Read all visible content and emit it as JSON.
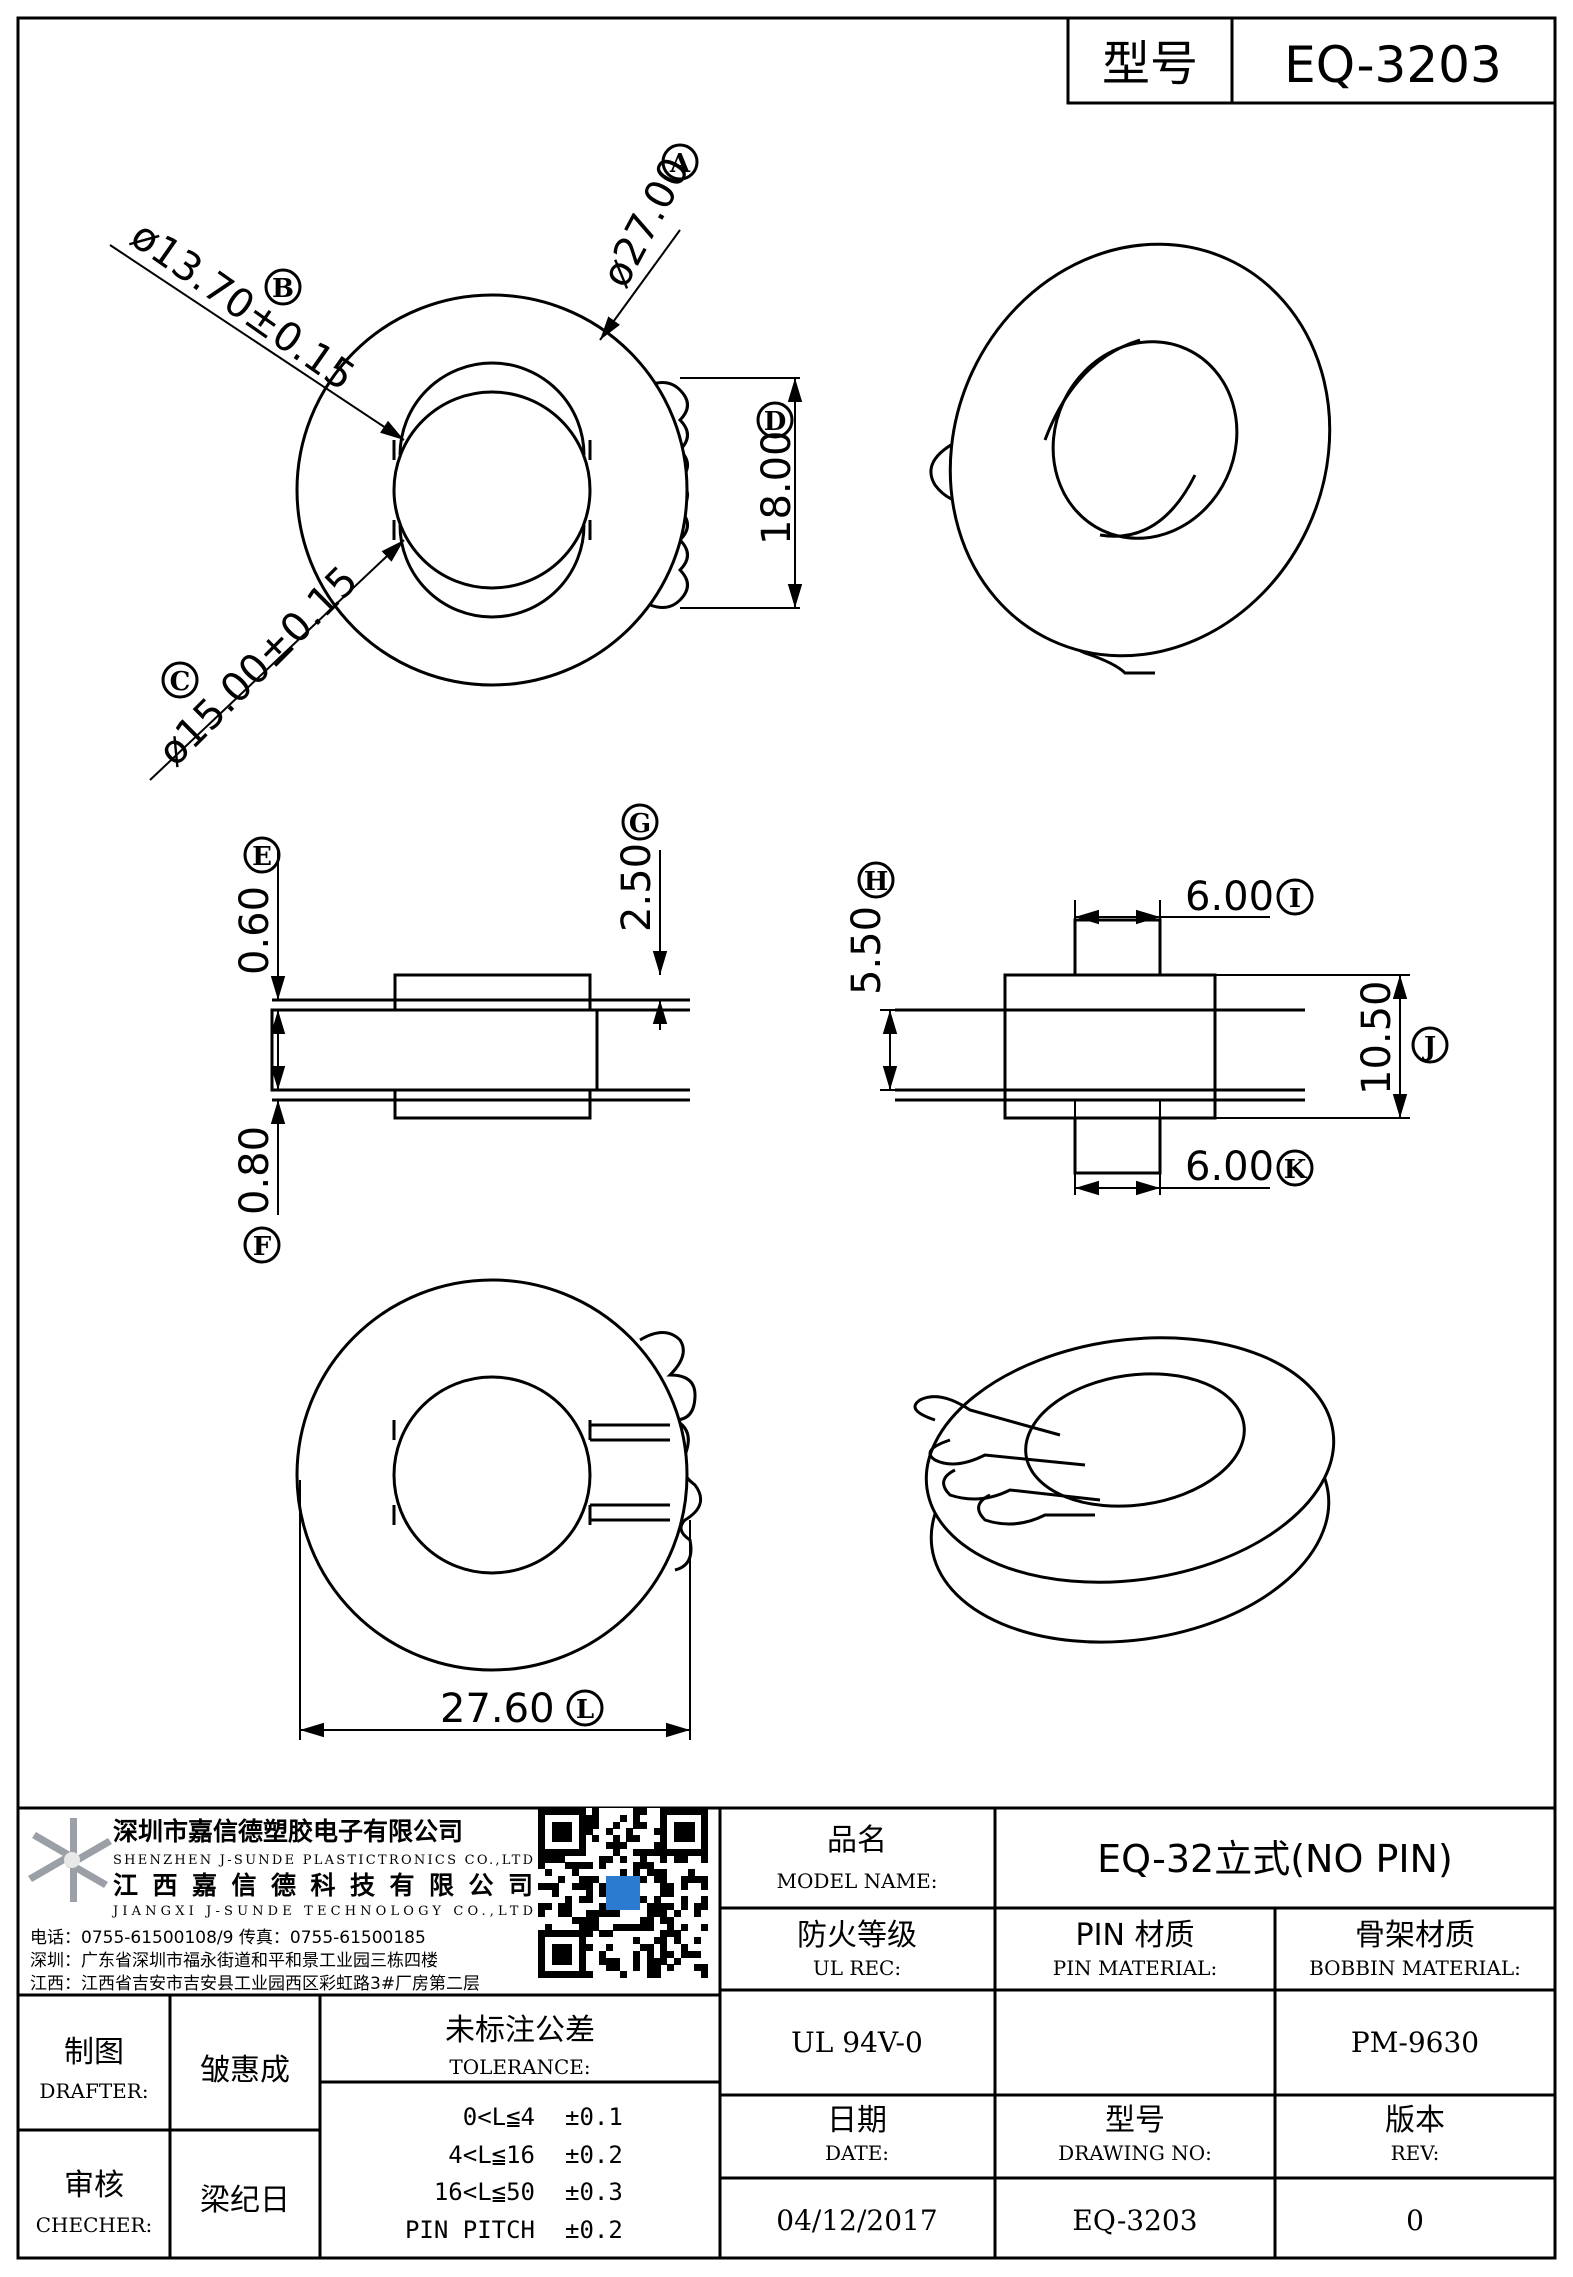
{
  "title_block_top": {
    "label": "型号",
    "value": "EQ-3203"
  },
  "callouts": {
    "A": {
      "letter": "A",
      "text": "ø27.00"
    },
    "B": {
      "letter": "B",
      "text": "ø13.70±0.15"
    },
    "C": {
      "letter": "C",
      "text": "ø15.00±0.15"
    },
    "D": {
      "letter": "D",
      "text": "18.00"
    },
    "E": {
      "letter": "E",
      "text": "0.60"
    },
    "F": {
      "letter": "F",
      "text": "0.80"
    },
    "G": {
      "letter": "G",
      "text": "2.50"
    },
    "H": {
      "letter": "H",
      "text": "5.50"
    },
    "I": {
      "letter": "I",
      "text": "6.00"
    },
    "J": {
      "letter": "J",
      "text": "10.50"
    },
    "K": {
      "letter": "K",
      "text": "6.00"
    },
    "L": {
      "letter": "L",
      "text": "27.60"
    }
  },
  "company": {
    "name_sz": "深圳市嘉信德塑胶电子有限公司",
    "name_sz_en": "SHENZHEN J-SUNDE PLASTICTRONICS CO.,LTD",
    "name_jx": "江西嘉信德科技有限公司",
    "name_jx_en": "JIANGXI J-SUNDE TECHNOLOGY CO.,LTD",
    "phone_line": "电话：0755-61500108/9        传真：0755-61500185",
    "addr_sz": "深圳：广东省深圳市福永街道和平和景工业园三栋四楼",
    "addr_jx": "江西：江西省吉安市吉安县工业园西区彩虹路3#厂房第二层"
  },
  "table": {
    "model_name_cn": "品名",
    "model_name_en": "MODEL NAME:",
    "model_name_value": "EQ-32立式(NO PIN)",
    "ul_cn": "防火等级",
    "ul_en": "UL REC:",
    "pin_cn": "PIN 材质",
    "pin_en": "PIN MATERIAL:",
    "bobbin_cn": "骨架材质",
    "bobbin_en": "BOBBIN MATERIAL:",
    "ul_value": "UL 94V-0",
    "pin_value": "",
    "bobbin_value": "PM-9630",
    "drafter_cn": "制图",
    "drafter_en": "DRAFTER:",
    "drafter_value": "皱惠成",
    "checker_cn": "审核",
    "checker_en": "CHECHER:",
    "checker_value": "梁纪日",
    "tolerance_cn": "未标注公差",
    "tolerance_en": "TOLERANCE:",
    "tol_rows": [
      {
        "range": "0<L≦4",
        "tol": "±0.1"
      },
      {
        "range": "4<L≦16",
        "tol": "±0.2"
      },
      {
        "range": "16<L≦50",
        "tol": "±0.3"
      },
      {
        "range": "PIN PITCH",
        "tol": "±0.2"
      }
    ],
    "date_cn": "日期",
    "date_en": "DATE:",
    "date_value": "04/12/2017",
    "drawing_cn": "型号",
    "drawing_en": "DRAWING NO:",
    "drawing_value": "EQ-3203",
    "rev_cn": "版本",
    "rev_en": "REV:",
    "rev_value": "0"
  }
}
